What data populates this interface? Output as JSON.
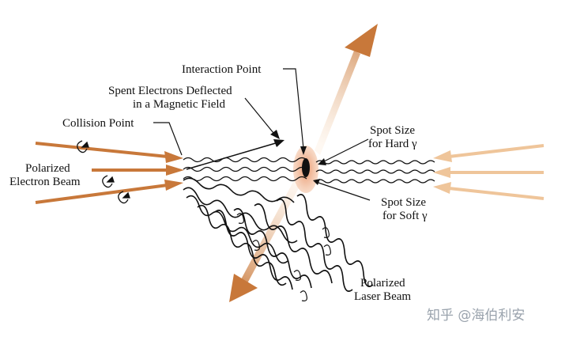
{
  "labels": {
    "interaction_point": "Interaction Point",
    "spent_electrons_1": "Spent Electrons Deflected",
    "spent_electrons_2": "in a Magnetic Field",
    "collision_point": "Collision Point",
    "polarized_electron_1": "Polarized",
    "polarized_electron_2": "Electron Beam",
    "spot_hard_1": "Spot Size",
    "spot_hard_2": "for Hard γ",
    "spot_soft_1": "Spot Size",
    "spot_soft_2": "for Soft γ",
    "polarized_laser_1": "Polarized",
    "polarized_laser_2": "Laser Beam"
  },
  "watermark": "知乎 @海伯利安",
  "colors": {
    "electron_beam": "#c8783a",
    "laser_beam_right": "#efc59a",
    "ip_glow": "#e9956a",
    "ip_core": "#111111",
    "wave": "#111111"
  },
  "icons": [
    "spin-arrow-icon",
    "polarization-arrow-icon"
  ]
}
